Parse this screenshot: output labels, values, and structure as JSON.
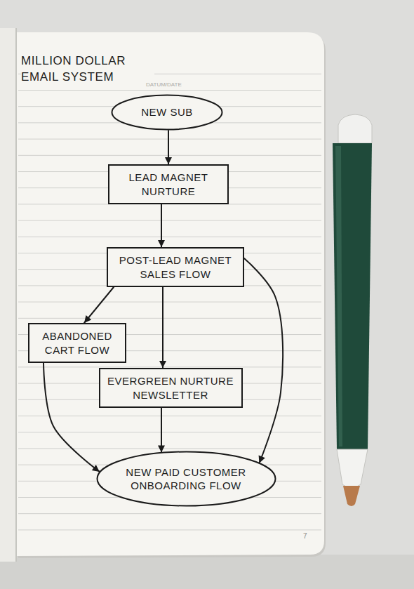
{
  "diagram": {
    "title": "MILLION DOLLAR EMAIL SYSTEM",
    "nodes": [
      {
        "text": [
          "NEW SUB"
        ]
      },
      {
        "text": [
          "LEAD MAGNET NURTURE"
        ]
      },
      {
        "text": [
          "POST-LEAD MAGNET SALES FLOW"
        ]
      },
      {
        "text": [
          "ABANDONED CART FLOW"
        ]
      },
      {
        "text": [
          "EVERGREEN NURTURE NEWSLETTER"
        ]
      },
      {
        "text": [
          "NEW PAID CUSTOMER ONBOARDING FLOW"
        ]
      }
    ],
    "edges": [
      {
        "from": 0,
        "to": 1,
        "arrow": "to"
      },
      {
        "from": 1,
        "to": 2,
        "arrow": "to"
      },
      {
        "from": 2,
        "to": 3,
        "arrow": "to"
      },
      {
        "from": 2,
        "to": 4,
        "arrow": "to"
      },
      {
        "from": 2,
        "to": 5,
        "arrow": "to"
      },
      {
        "from": 3,
        "to": 5,
        "arrow": "to"
      },
      {
        "from": 4,
        "to": 5,
        "arrow": "to"
      }
    ],
    "labels": [
      "DATUM/DATE",
      "7"
    ]
  }
}
